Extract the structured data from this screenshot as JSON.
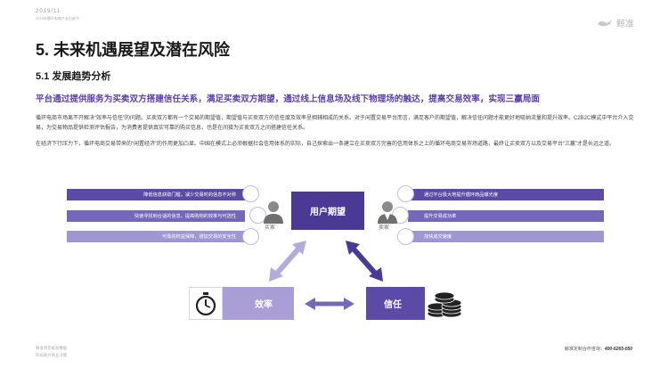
{
  "header": {
    "date": "2019/11",
    "report_name": "2019年循环电商产业白皮书",
    "logo_text": "鲸准"
  },
  "section": {
    "title": "5. 未来机遇展望及潜在风险",
    "subtitle": "5.1 发展趋势分析",
    "highlight": "平台通过提供服务为买卖双方搭建信任关系，满足买卖双方期望，通过线上信息场及线下物理场的触达，提高交易效率，实现三赢局面",
    "paragraphs": [
      "循环电商市场离不开解决“效率与信任”的问题。买卖双方都有一个交易的期望值，期望值与买卖双方的信任度及效率呈相辅相成的关系。对于闲置交易平台而言，满足客户的期望值，解决信任问题才能更好地吸纳流量和提升效率。C2B2C模式中平台介入交易，为交易物品提供检测评估报告，为消费者提供真实可靠的购买信息，也是在间接为买卖双方之间搭建信任关系。",
      "在经济下行压力下，循环电商交易带来的“闲置经济”的作用更加凸显。中国在模式上必须根据社会信用体系的实际，自己探索出一条建立在买卖双方完善的信用体系之上的循环电商交易市场道路，最终让买卖双方以及交易平台“三赢”才是长远之道。"
    ]
  },
  "diagram": {
    "buyer_items": [
      "降低信息获取门槛，减少交易时的信息不对称",
      "快速寻找到合适的信息，提高购物的效率与可选性",
      "可靠的权益保障，增加交易的安全性"
    ],
    "seller_items": [
      "通过平台极大地提升循环商品曝光度",
      "提升交易成功率",
      "加快成交速度"
    ],
    "buyer_label": "买家",
    "seller_label": "卖家",
    "center_label": "用户期望",
    "efficiency_label": "效率",
    "trust_label": "信任"
  },
  "footer": {
    "left_line1": "鲸准洞见鲸准数据",
    "left_line2": "科技助力商业决策",
    "right_prefix": "鲸准定制合作咨询：",
    "phone": "400-6265-050"
  },
  "colors": {
    "accent": "#5b40a8",
    "dark_box": "#4a3a95",
    "mid_bar": "#7468b8",
    "light_bar": "#9f97d1"
  }
}
